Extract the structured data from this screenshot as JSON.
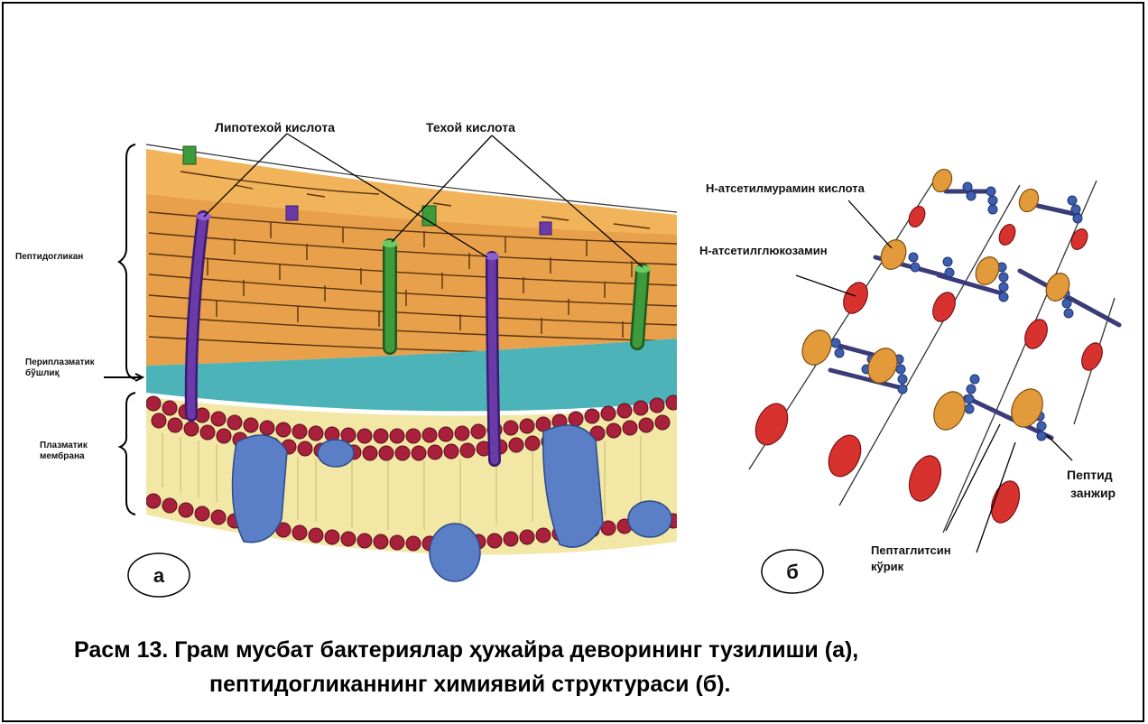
{
  "labels": {
    "lipoteichoic": "Липотехой кислота",
    "teichoic": "Техой кислота",
    "peptidoglycan": "Пептидогликан",
    "periplasmic_1": "Периплазматик",
    "periplasmic_2": "бўшлиқ",
    "plasma_1": "Плазматик",
    "plasma_2": "мембрана",
    "nam": "Н-атсетилмурамин кислота",
    "nag": "Н-атсетилглюкозамин",
    "peptide_1": "Пептид",
    "peptide_2": "занжир",
    "bridge_1": "Пептаглитсин",
    "bridge_2": "кўрик"
  },
  "panel_a": "а",
  "panel_b": "б",
  "caption": {
    "line1": "Расм  13. Грам мусбат бактериялар ҳужайра деворининг тузилиши (а),",
    "line2": "пептидогликаннинг химиявий структураси (б)."
  }
}
